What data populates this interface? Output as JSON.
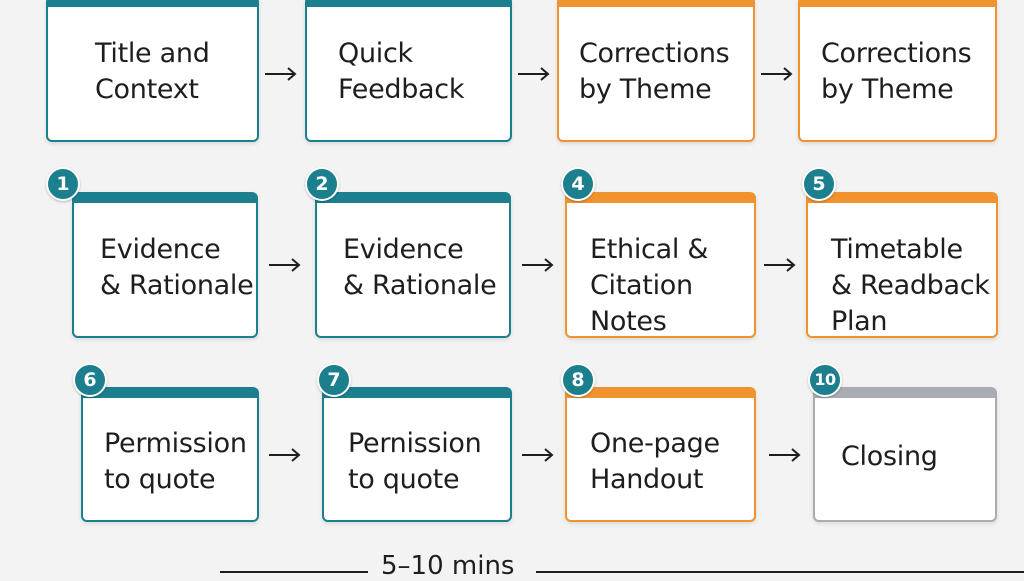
{
  "colors": {
    "teal": "#1b7f8e",
    "orange": "#f0932e",
    "gray": "#a9adb3",
    "text": "#1e1e1e",
    "background": "#f3f3f3"
  },
  "rows": [
    {
      "cards": [
        {
          "text": "Title and\nContext",
          "badge": "",
          "color": "teal"
        },
        {
          "text": "Quick\nFeedback",
          "badge": "",
          "color": "teal"
        },
        {
          "text": "Corrections\nby Theme",
          "badge": "",
          "color": "orange"
        },
        {
          "text": "Corrections\nby Theme",
          "badge": "",
          "color": "orange"
        }
      ]
    },
    {
      "cards": [
        {
          "text": "Evidence\n& Rationale",
          "badge": "1",
          "color": "teal"
        },
        {
          "text": "Evidence\n& Rationale",
          "badge": "2",
          "color": "teal"
        },
        {
          "text": "Ethical &\nCitation\nNotes",
          "badge": "4",
          "color": "orange"
        },
        {
          "text": "Timetable\n& Readback\nPlan",
          "badge": "5",
          "color": "orange"
        }
      ]
    },
    {
      "cards": [
        {
          "text": "Permission\nto quote",
          "badge": "6",
          "color": "teal"
        },
        {
          "text": "Pernission\nto quote",
          "badge": "7",
          "color": "teal"
        },
        {
          "text": "One-page\nHandout",
          "badge": "8",
          "color": "orange"
        },
        {
          "text": "Closing",
          "badge": "10",
          "color": "gray"
        }
      ]
    }
  ],
  "arrow_icon": "right-arrow-icon",
  "footer": {
    "duration": "5–10 mins"
  }
}
